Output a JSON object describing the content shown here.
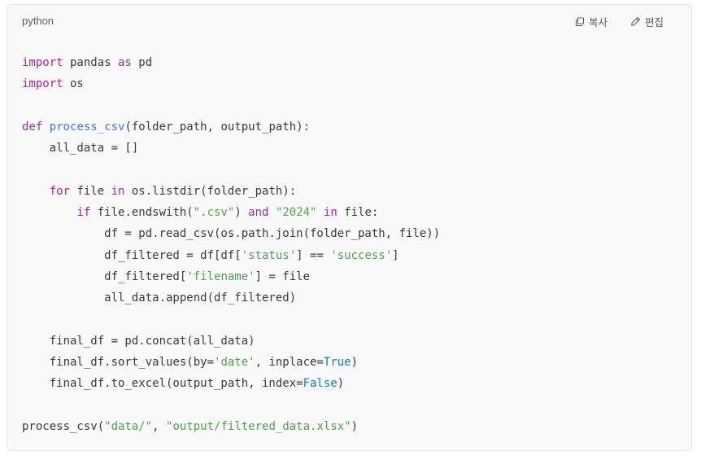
{
  "header": {
    "language": "python",
    "copy_label": "복사",
    "edit_label": "편집",
    "copy_icon": "copy-icon",
    "edit_icon": "pencil-icon"
  },
  "colors": {
    "keyword": "#a626a4",
    "function": "#4078f2",
    "string": "#50a14f",
    "literal": "#0184bc",
    "text": "#383a42",
    "background": "#f9f9f9"
  },
  "code": {
    "lines": [
      [
        {
          "t": "import",
          "k": "kw"
        },
        {
          "t": " pandas "
        },
        {
          "t": "as",
          "k": "kw"
        },
        {
          "t": " pd"
        }
      ],
      [
        {
          "t": "import",
          "k": "kw"
        },
        {
          "t": " os"
        }
      ],
      [],
      [
        {
          "t": "def",
          "k": "kw"
        },
        {
          "t": " "
        },
        {
          "t": "process_csv",
          "k": "fn"
        },
        {
          "t": "(folder_path, output_path):"
        }
      ],
      [
        {
          "t": "    all_data = []"
        }
      ],
      [],
      [
        {
          "t": "    "
        },
        {
          "t": "for",
          "k": "kw"
        },
        {
          "t": " file "
        },
        {
          "t": "in",
          "k": "kw"
        },
        {
          "t": " os.listdir(folder_path):"
        }
      ],
      [
        {
          "t": "        "
        },
        {
          "t": "if",
          "k": "kw"
        },
        {
          "t": " file.endswith("
        },
        {
          "t": "\".csv\"",
          "k": "str"
        },
        {
          "t": ") "
        },
        {
          "t": "and",
          "k": "kw"
        },
        {
          "t": " "
        },
        {
          "t": "\"2024\"",
          "k": "str"
        },
        {
          "t": " "
        },
        {
          "t": "in",
          "k": "kw"
        },
        {
          "t": " file:"
        }
      ],
      [
        {
          "t": "            df = pd.read_csv(os.path.join(folder_path, file))"
        }
      ],
      [
        {
          "t": "            df_filtered = df[df["
        },
        {
          "t": "'status'",
          "k": "str"
        },
        {
          "t": "] == "
        },
        {
          "t": "'success'",
          "k": "str"
        },
        {
          "t": "]"
        }
      ],
      [
        {
          "t": "            df_filtered["
        },
        {
          "t": "'filename'",
          "k": "str"
        },
        {
          "t": "] = file"
        }
      ],
      [
        {
          "t": "            all_data.append(df_filtered)"
        }
      ],
      [],
      [
        {
          "t": "    final_df = pd.concat(all_data)"
        }
      ],
      [
        {
          "t": "    final_df.sort_values(by="
        },
        {
          "t": "'date'",
          "k": "str"
        },
        {
          "t": ", inplace="
        },
        {
          "t": "True",
          "k": "lit"
        },
        {
          "t": ")"
        }
      ],
      [
        {
          "t": "    final_df.to_excel(output_path, index="
        },
        {
          "t": "False",
          "k": "lit"
        },
        {
          "t": ")"
        }
      ],
      [],
      [
        {
          "t": "process_csv("
        },
        {
          "t": "\"data/\"",
          "k": "str"
        },
        {
          "t": ", "
        },
        {
          "t": "\"output/filtered_data.xlsx\"",
          "k": "str"
        },
        {
          "t": ")"
        }
      ]
    ]
  }
}
